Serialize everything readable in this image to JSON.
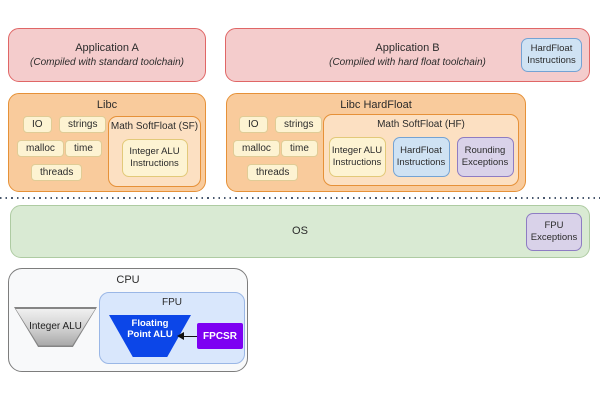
{
  "app_a": {
    "title": "Application A",
    "subtitle": "(Compiled with standard toolchain)"
  },
  "app_b": {
    "title": "Application B",
    "subtitle": "(Compiled with hard float toolchain)",
    "chip": "HardFloat Instructions"
  },
  "libc": {
    "title": "Libc",
    "modules": [
      "IO",
      "strings",
      "malloc",
      "time",
      "threads"
    ],
    "math": {
      "title": "Math SoftFloat (SF)",
      "chips": [
        {
          "label": "Integer ALU Instructions",
          "style": "cream"
        }
      ]
    }
  },
  "libc_hardfloat": {
    "title": "Libc HardFloat",
    "modules": [
      "IO",
      "strings",
      "malloc",
      "time",
      "threads"
    ],
    "math": {
      "title": "Math SoftFloat (HF)",
      "chips": [
        {
          "label": "Integer ALU Instructions",
          "style": "cream"
        },
        {
          "label": "HardFloat Instructions",
          "style": "blue"
        },
        {
          "label": "Rounding Exceptions",
          "style": "purple"
        }
      ]
    }
  },
  "os": {
    "title": "OS",
    "chip": "FPU Exceptions"
  },
  "cpu": {
    "title": "CPU",
    "integer_alu_label": "Integer ALU",
    "fpu": {
      "title": "FPU",
      "alu_label": "Floating Point ALU",
      "fpcsr_label": "FPCSR"
    }
  },
  "colors": {
    "application_fill": "#f4cccc",
    "application_border": "#e06666",
    "libc_fill": "#f9cb9c",
    "libc_border": "#e69138",
    "math_fill": "#fce0c2",
    "module_fill": "#fdf3d2",
    "blue_chip_fill": "#cfe2f3",
    "blue_chip_border": "#74a3d4",
    "purple_chip_fill": "#d9d2e9",
    "purple_chip_border": "#8e7cc3",
    "os_fill": "#d9ead3",
    "cpu_fill": "#f8f9fa",
    "fpu_fill": "#d9e7fc",
    "fp_alu_fill": "#0c46e8",
    "fpcsr_fill": "#7d00f2",
    "integer_alu_fill": "#c0c0c0",
    "dotted_line": "#49586e"
  }
}
